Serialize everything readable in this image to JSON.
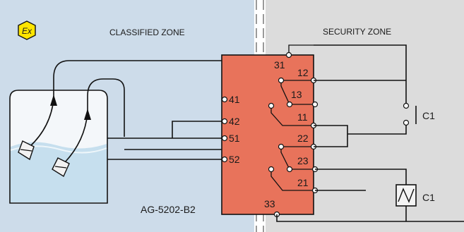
{
  "zones": {
    "classified": {
      "label": "CLASSIFIED ZONE",
      "color": "#cddcea"
    },
    "security": {
      "label": "SECURITY ZONE",
      "color": "#dcdcdc"
    }
  },
  "ex_badge": {
    "text": "Ex",
    "color": "#ffe500"
  },
  "device": {
    "model": "AG-5202-B2",
    "color": "#e8735b"
  },
  "terminals": {
    "t31": "31",
    "t12": "12",
    "t13": "13",
    "t11": "11",
    "t22": "22",
    "t23": "23",
    "t21": "21",
    "t33": "33",
    "t41": "41",
    "t42": "42",
    "t51": "51",
    "t52": "52"
  },
  "loads": {
    "contact": "C1",
    "coil": "C1"
  },
  "tank": {
    "liquid_color": "#c6dfee"
  }
}
